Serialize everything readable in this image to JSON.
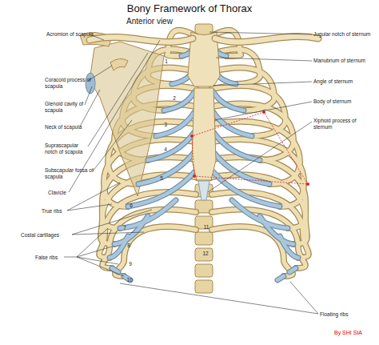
{
  "diagram": {
    "title": "Bony Framework of Thorax",
    "labels": [
      "Anterior view",
      "Acromion of scapula",
      "Coracoid process of scapula",
      "Glenoid cavity of scapula",
      "Neck of scapula",
      "Suprascapular notch of scapula",
      "Subscapular fossa of scapula",
      "Clavicle",
      "True ribs",
      "Costal cartilages",
      "False ribs",
      "Jugular notch of sternum",
      "Manubrium of sternum",
      "Angle of sternum",
      "Body of sternum",
      "Xiphoid process of sternum",
      "Floating ribs",
      "1",
      "2",
      "3",
      "4",
      "5",
      "6",
      "7",
      "8",
      "9",
      "10",
      "11",
      "12",
      "By SHI SIA"
    ]
  }
}
